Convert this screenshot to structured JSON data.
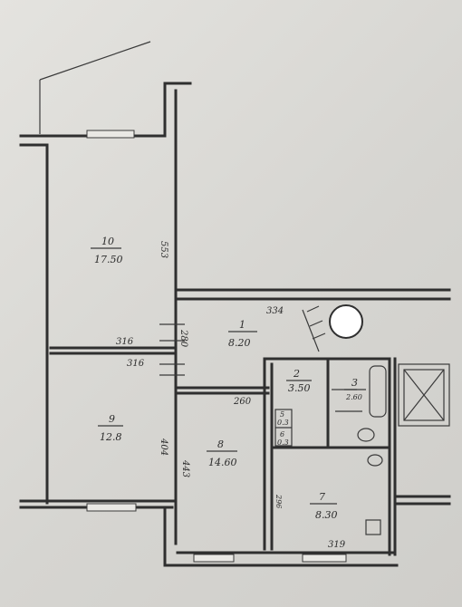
{
  "rooms": [
    {
      "id": "1",
      "number": "1",
      "area": "8.20"
    },
    {
      "id": "2",
      "number": "2",
      "area": "3.50"
    },
    {
      "id": "3",
      "number": "3",
      "area": "2.60"
    },
    {
      "id": "7",
      "number": "7",
      "area": "8.30"
    },
    {
      "id": "8",
      "number": "8",
      "area": "14.60"
    },
    {
      "id": "9",
      "number": "9",
      "area": "12.8"
    },
    {
      "id": "10",
      "number": "10",
      "area": "17.50"
    }
  ],
  "closets": [
    {
      "number": "5",
      "area": "0.3"
    },
    {
      "number": "6",
      "area": "0.3"
    }
  ],
  "dimensions": {
    "d553": "553",
    "d316a": "316",
    "d316b": "316",
    "d280": "280",
    "d334": "334",
    "d260": "260",
    "d404": "404",
    "d443": "443",
    "d319": "319",
    "d296": "296"
  }
}
